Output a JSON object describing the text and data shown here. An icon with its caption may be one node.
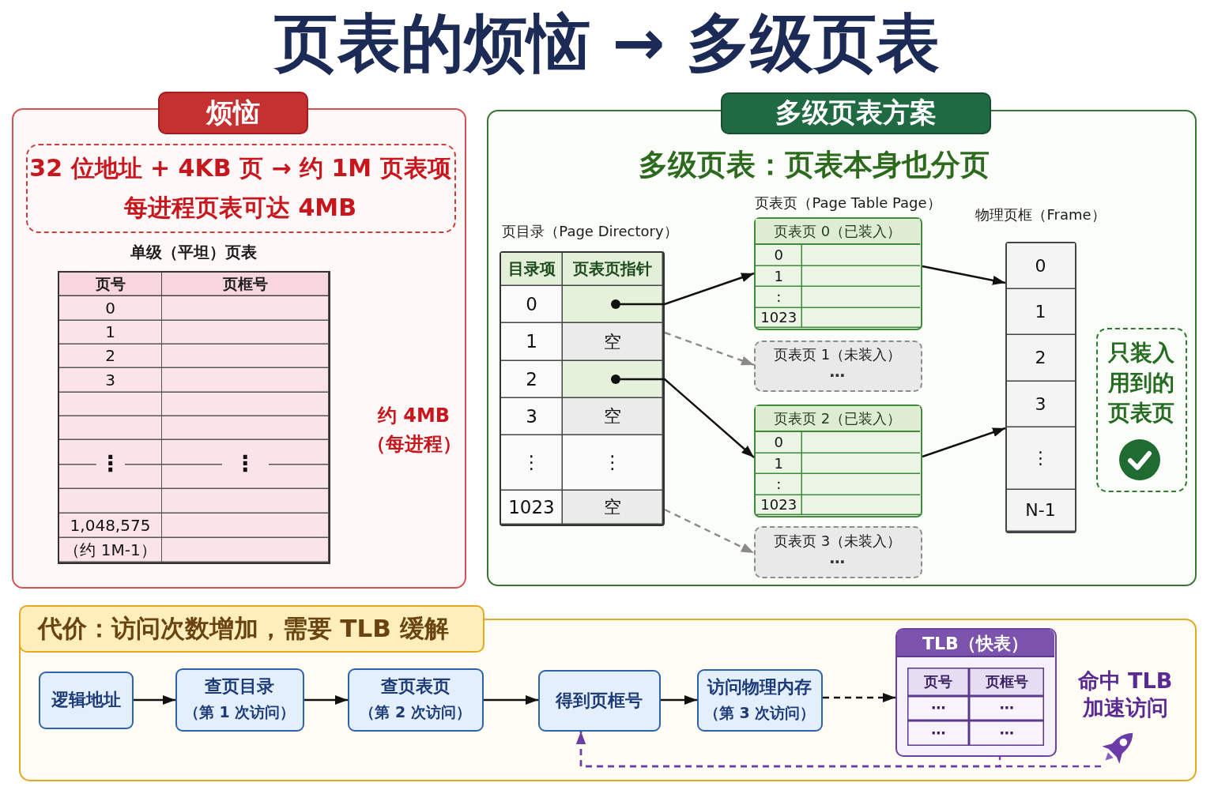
{
  "diagram": {
    "title": "页表的烦恼 → 多级页表",
    "nodes": [
      {
        "text": [
          "烦恼"
        ]
      },
      {
        "text": [
          "32 位地址 + 4KB 页 → 约 1M 页表项",
          "每进程页表可达 4MB"
        ],
        "in": 0
      },
      {
        "text": [
          "单级（平坦）页表",
          "页号",
          "页框号",
          "0",
          "1",
          "2",
          "3",
          "⋮",
          "⋮",
          "1,048,575",
          "（约 1M-1）"
        ],
        "in": 0,
        "beside": [
          "约 4MB（每进程）"
        ]
      },
      {
        "text": [
          "多级页表方案",
          "多级页表：页表本身也分页"
        ]
      },
      {
        "text": [
          "页目录（Page Directory）",
          "目录项",
          "页表页指针",
          "0",
          "1",
          "空",
          "2",
          "3",
          "空",
          "⋮",
          "⋮",
          "1023",
          "空"
        ],
        "in": 3
      },
      {
        "text": [],
        "shape": "circle",
        "in": 4
      },
      {
        "text": [],
        "shape": "circle",
        "in": 4
      },
      {
        "text": [
          "页表页 0（已装入）",
          "0",
          "1",
          ":",
          "1023"
        ],
        "in": 3
      },
      {
        "text": [
          "页表页 1（未装入）",
          "⋯"
        ],
        "in": 3
      },
      {
        "text": [
          "页表页 2（已装入）",
          "0",
          "1",
          ":",
          "1023"
        ],
        "in": 3
      },
      {
        "text": [
          "页表页 3（未装入）",
          "⋯"
        ],
        "in": 3
      },
      {
        "text": [
          "物理页框（Frame）",
          "0",
          "1",
          "2",
          "3",
          "⋮",
          "N-1"
        ],
        "in": 3
      },
      {
        "text": [
          "只装入用到的页表页"
        ],
        "in": 3
      },
      {
        "text": [
          "代价：访问次数增加，需要 TLB 缓解"
        ]
      },
      {
        "text": [
          "逻辑地址"
        ],
        "in": 13
      },
      {
        "text": [
          "查页目录",
          "（第 1 次访问）"
        ],
        "in": 13
      },
      {
        "text": [
          "查页表页",
          "（第 2 次访问）"
        ],
        "in": 13
      },
      {
        "text": [
          "得到页框号"
        ],
        "in": 13
      },
      {
        "text": [
          "访问物理内存",
          "（第 3 次访问）"
        ],
        "in": 13
      },
      {
        "text": [
          "TLB（快表）",
          "页号",
          "页框号",
          "⋯",
          "⋯",
          "⋯",
          "⋯"
        ],
        "in": 13
      },
      {
        "text": [
          "命中 TLB 加速访问"
        ],
        "in": 13
      }
    ],
    "edges": [
      {
        "from": 5,
        "to": 7,
        "arrow": "to"
      },
      {
        "from": 4,
        "to": 8,
        "arrow": "to",
        "style": "dashed",
        "color": "#8a8a8a"
      },
      {
        "from": 6,
        "to": 9,
        "arrow": "to"
      },
      {
        "from": 4,
        "to": 10,
        "arrow": "to",
        "style": "dashed",
        "color": "#8a8a8a"
      },
      {
        "from": 7,
        "to": 11,
        "arrow": "to"
      },
      {
        "from": 9,
        "to": 11,
        "arrow": "to"
      },
      {
        "from": 14,
        "to": 15,
        "arrow": "to"
      },
      {
        "from": 15,
        "to": 16,
        "arrow": "to"
      },
      {
        "from": 16,
        "to": 17,
        "arrow": "to"
      },
      {
        "from": 17,
        "to": 18,
        "arrow": "to"
      },
      {
        "from": 18,
        "to": 19,
        "arrow": "to",
        "style": "dashed"
      },
      {
        "from": 19,
        "to": 17,
        "arrow": "to",
        "style": "dashed",
        "color": "#6b3fa6"
      },
      {
        "from": 20,
        "to": 17,
        "arrow": "to",
        "style": "dashed",
        "color": "#6b3fa6"
      }
    ],
    "labels": [
      "页表页（Page Table Page）"
    ]
  }
}
